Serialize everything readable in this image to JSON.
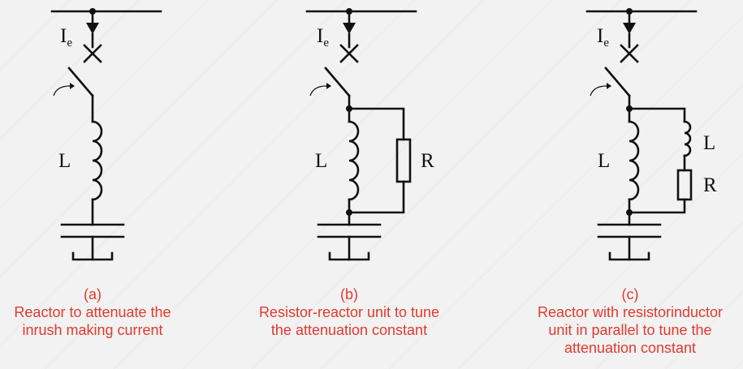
{
  "colors": {
    "caption": "#e03a2f",
    "line": "#111111",
    "background": "#f2f2f2"
  },
  "panels": [
    {
      "current_label": "I",
      "current_subscript": "e",
      "inductor_label": "L",
      "tag": "(a)",
      "caption_lines": [
        "Reactor to attenuate the",
        "inrush making current"
      ]
    },
    {
      "current_label": "I",
      "current_subscript": "e",
      "inductor_label": "L",
      "resistor_label": "R",
      "tag": "(b)",
      "caption_lines": [
        "Resistor-reactor unit to tune",
        "the attenuation constant"
      ]
    },
    {
      "current_label": "I",
      "current_subscript": "e",
      "inductor_label": "L",
      "branch_inductor_label": "L",
      "branch_resistor_label": "R",
      "tag": "(c)",
      "caption_lines": [
        "Reactor with resistorinductor",
        "unit in parallel to tune the",
        "attenuation constant"
      ]
    }
  ]
}
